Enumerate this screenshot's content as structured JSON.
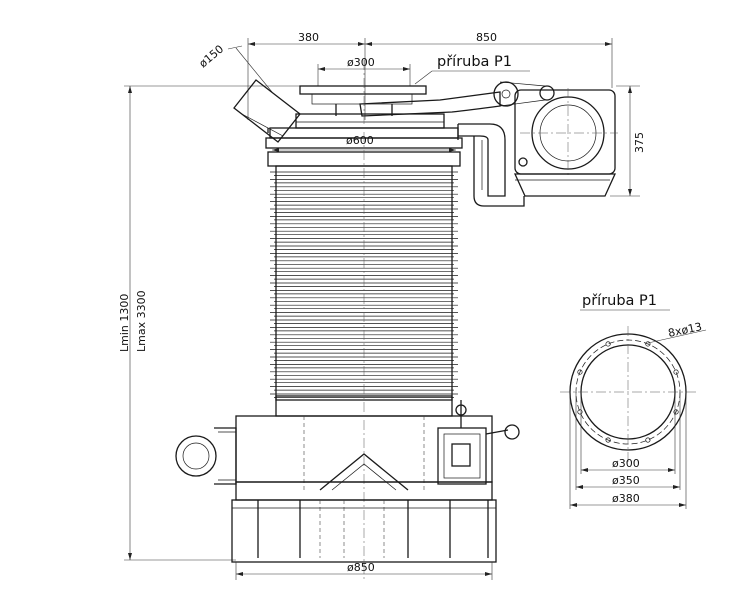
{
  "labels": {
    "dim_380_top": "380",
    "dim_850_top": "850",
    "dim_d150": "ø150",
    "dim_d300_top": "ø300",
    "flange_label_top": "příruba P1",
    "dim_d600": "ø600",
    "dim_375": "375",
    "length_min": "Lmin 1300",
    "length_max": "Lmax 3300",
    "flange_title": "příruba P1",
    "holes_label": "8xø13",
    "dim_d300_flange": "ø300",
    "dim_d350_flange": "ø350",
    "dim_d380_flange": "ø380",
    "dim_d850_bottom": "ø850"
  },
  "colors": {
    "line": "#1a1a1a",
    "background": "#ffffff"
  }
}
